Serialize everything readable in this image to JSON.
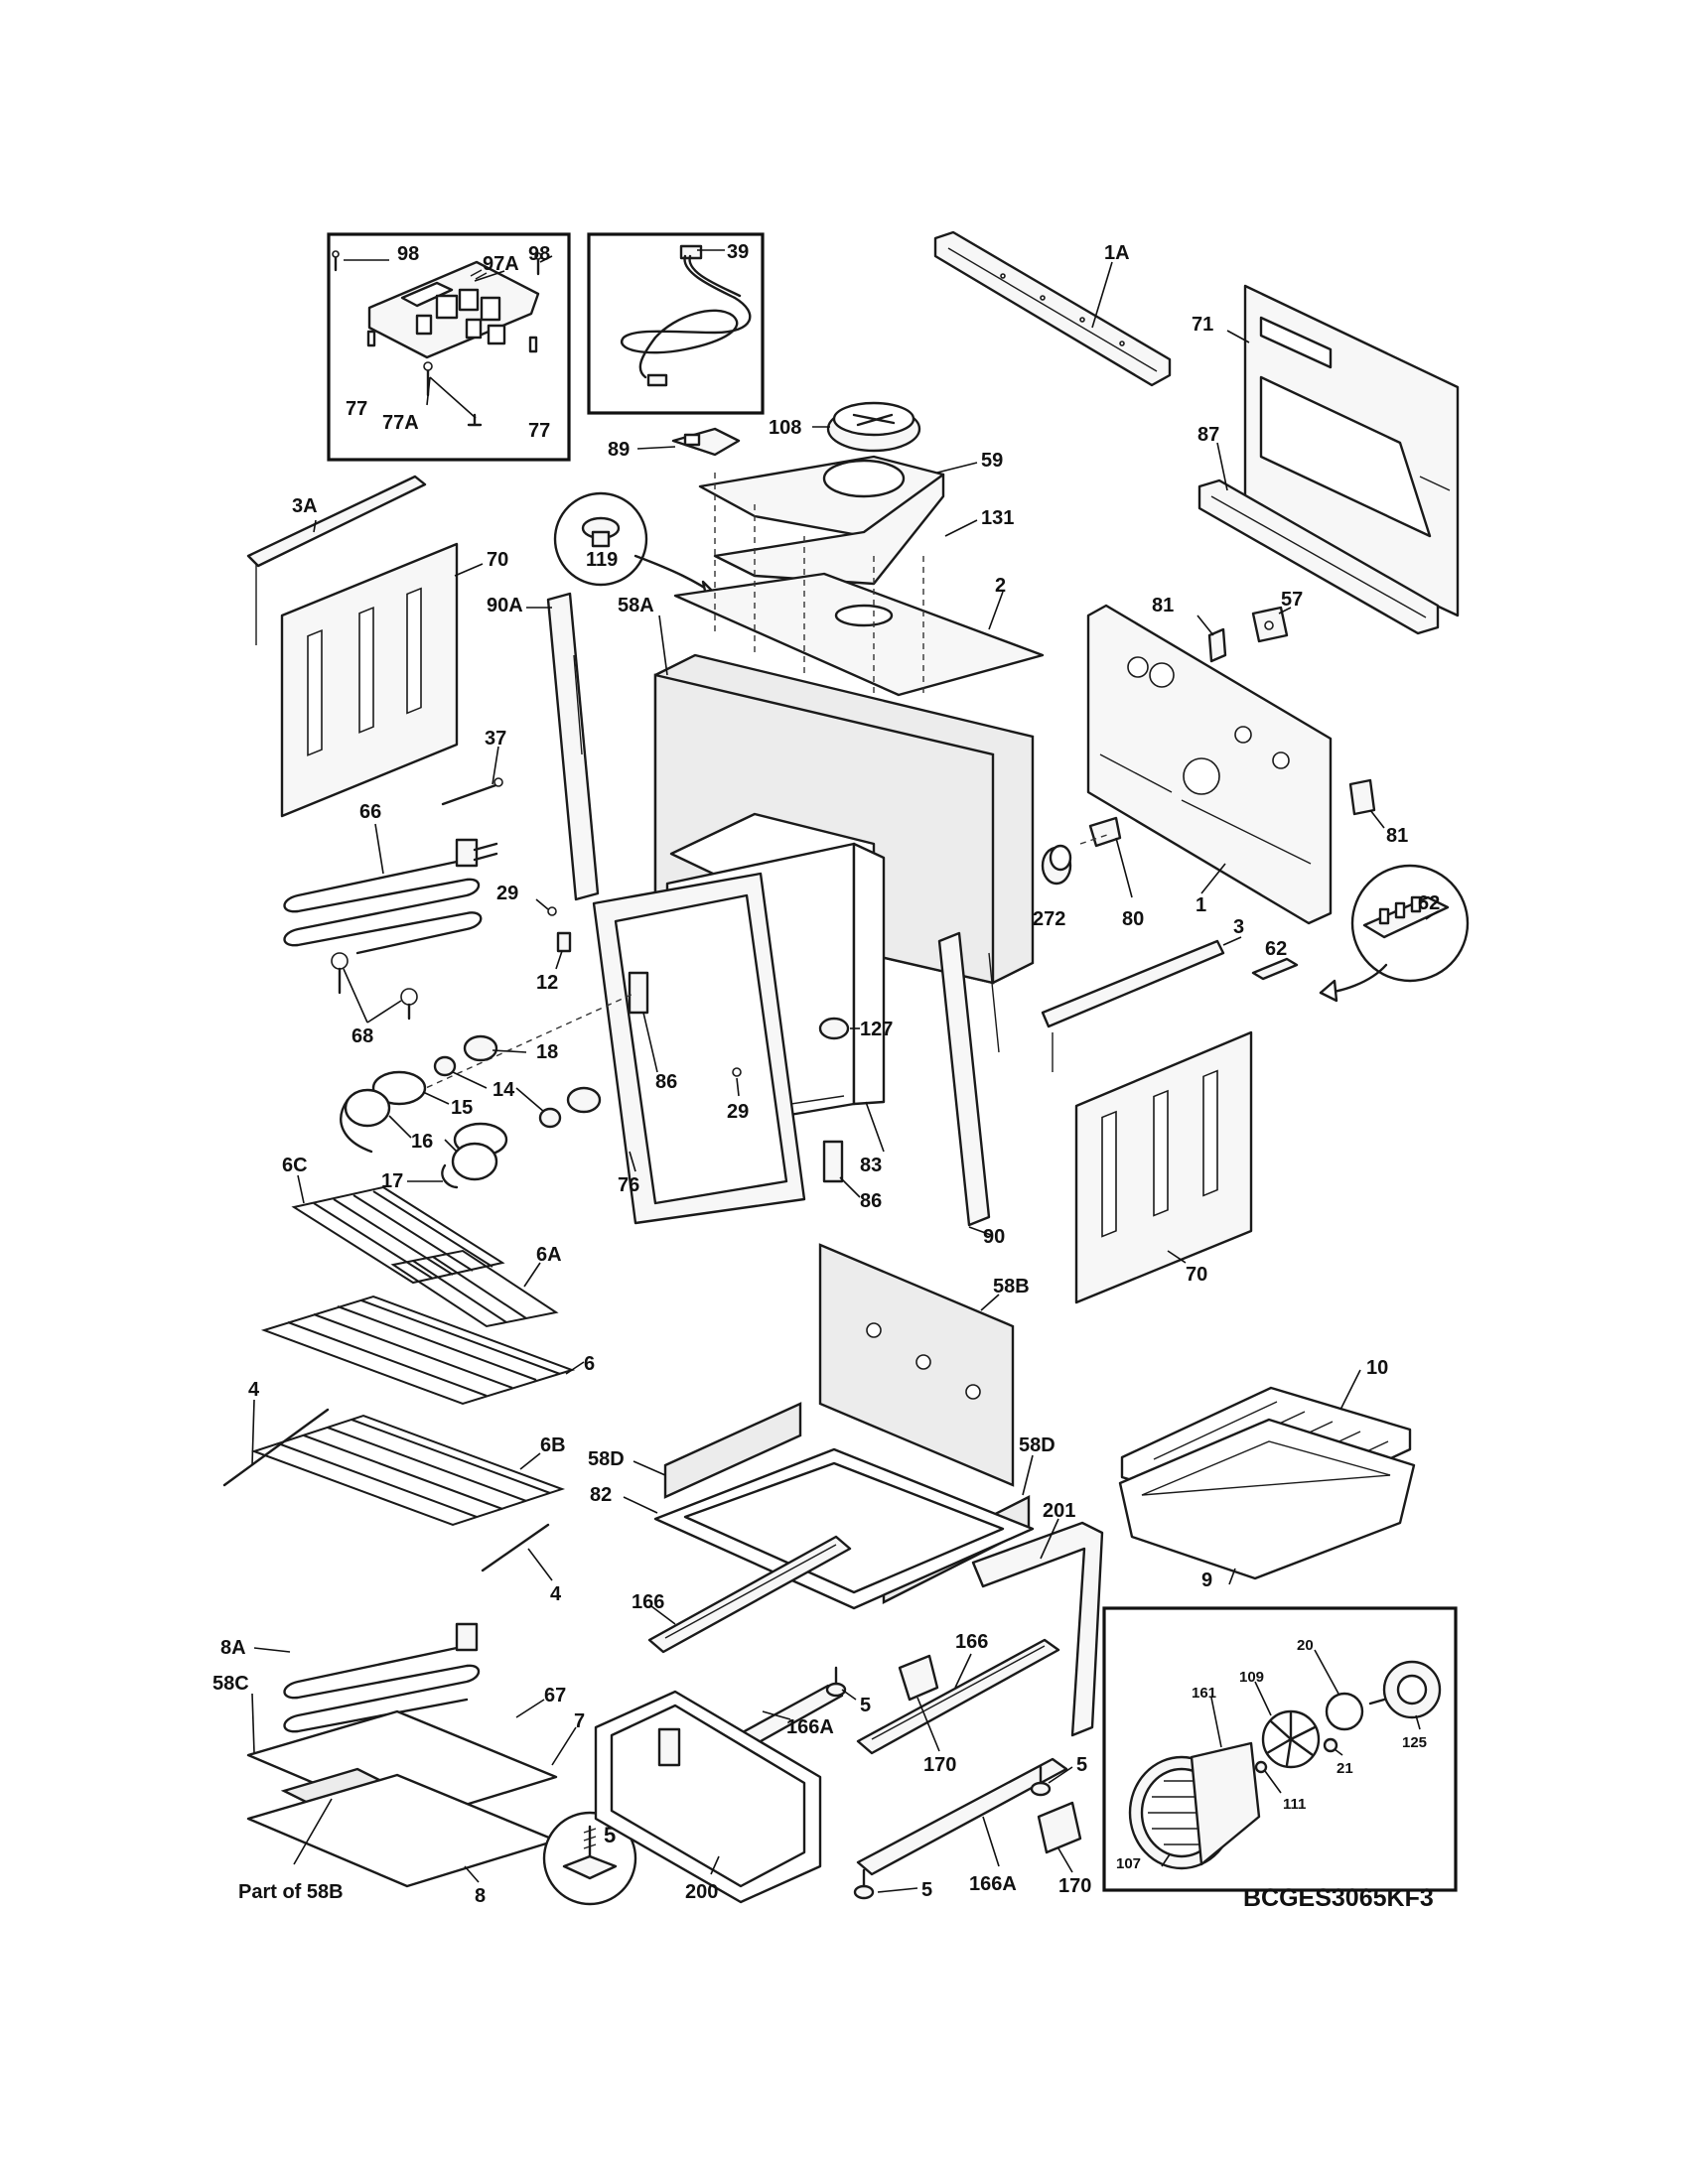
{
  "diagram": {
    "model_code": "BCGES3065KF3",
    "part_of_note": "Part of 58B",
    "callouts": {
      "c98a": "98",
      "c97a": "97A",
      "c98b": "98",
      "c77a_l": "77",
      "c77A": "77A",
      "c77b": "77",
      "c39": "39",
      "c1A": "1A",
      "c71": "71",
      "c87": "87",
      "c108": "108",
      "c89": "89",
      "c59": "59",
      "c131": "131",
      "c119": "119",
      "c3A": "3A",
      "c70a": "70",
      "c90A": "90A",
      "c58A": "58A",
      "c2": "2",
      "c81a": "81",
      "c57": "57",
      "c81b": "81",
      "c37": "37",
      "c66": "66",
      "c29a": "29",
      "c68": "68",
      "c12": "12",
      "c272": "272",
      "c80": "80",
      "c1": "1",
      "c62a": "62",
      "c3": "3",
      "c62b": "62",
      "c127": "127",
      "c18": "18",
      "c14": "14",
      "c15": "15",
      "c16": "16",
      "c17": "17",
      "c86a": "86",
      "c29b": "29",
      "c76": "76",
      "c83": "83",
      "c86b": "86",
      "c90": "90",
      "c6C": "6C",
      "c6A": "6A",
      "c6": "6",
      "c4a": "4",
      "c6B": "6B",
      "c4b": "4",
      "c70b": "70",
      "c58B": "58B",
      "c10": "10",
      "c9": "9",
      "c58Da": "58D",
      "c58Db": "58D",
      "c82": "82",
      "c201": "201",
      "c166a": "166",
      "c166b": "166",
      "c166Aa": "166A",
      "c166Ab": "166A",
      "c170a": "170",
      "c170b": "170",
      "c5a": "5",
      "c5b": "5",
      "c5c": "5",
      "c5d": "5",
      "c8A": "8A",
      "c58C": "58C",
      "c67": "67",
      "c7": "7",
      "c8": "8",
      "c200": "200",
      "c20": "20",
      "c109": "109",
      "c161": "161",
      "c21": "21",
      "c125": "125",
      "c111": "111",
      "c107": "107"
    }
  }
}
